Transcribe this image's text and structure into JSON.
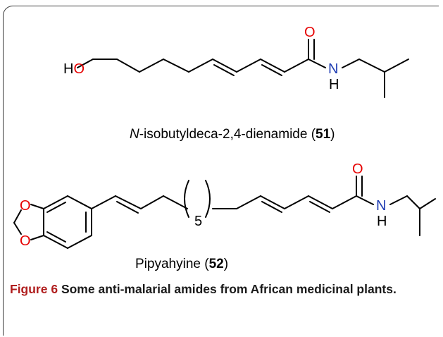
{
  "compound1": {
    "atoms": {
      "ho": "HO",
      "o": "O",
      "n": "N",
      "h": "H"
    },
    "name_prefix": "N",
    "name_main": "-isobutyldeca-2,4-dienamide (",
    "name_num": "51",
    "name_end": ")"
  },
  "compound2": {
    "atoms": {
      "o_top": "O",
      "o_bot": "O",
      "o_carb": "O",
      "n": "N",
      "h": "H",
      "sub": "5"
    },
    "name_main": "Pipyahyine (",
    "name_num": "52",
    "name_end": ")"
  },
  "caption": {
    "lead": "Figure 6",
    "text": " Some anti-malarial amides from African medicinal plants."
  }
}
